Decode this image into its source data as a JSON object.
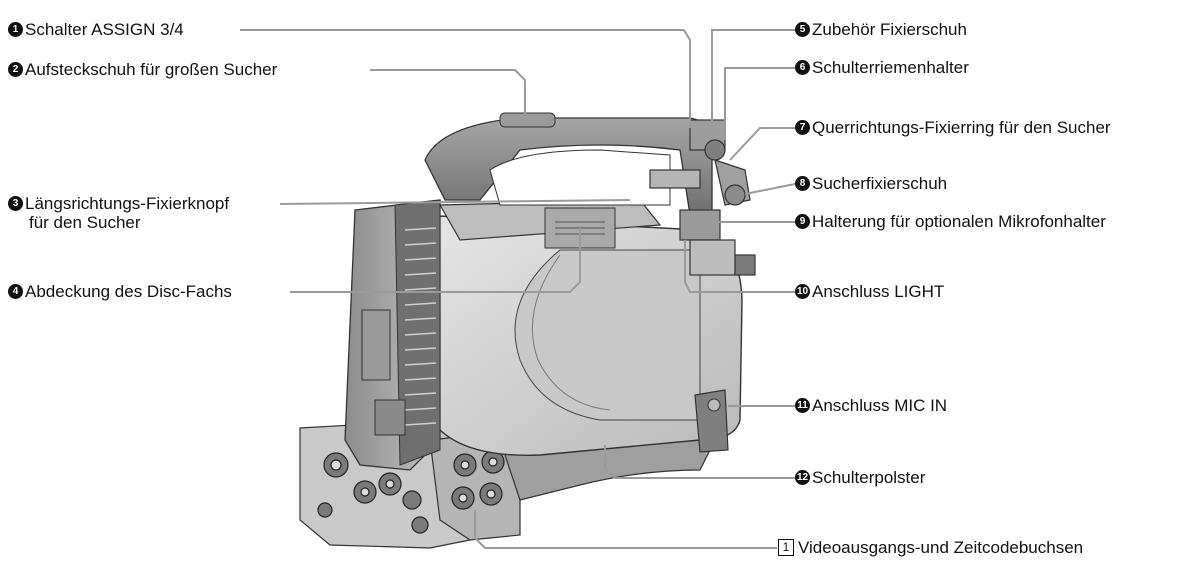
{
  "callouts": [
    {
      "badge": "1",
      "text": "Schalter ASSIGN 3/4"
    },
    {
      "badge": "2",
      "text": "Aufsteckschuh für großen Sucher"
    },
    {
      "badge": "3",
      "text": "Längsrichtungs-Fixierknopf",
      "text2": "für den Sucher"
    },
    {
      "badge": "4",
      "text": "Abdeckung des Disc-Fachs"
    },
    {
      "badge": "5",
      "text": "Zubehör Fixierschuh"
    },
    {
      "badge": "6",
      "text": "Schulterriemenhalter"
    },
    {
      "badge": "7",
      "text": "Querrichtungs-Fixierring für den Sucher"
    },
    {
      "badge": "8",
      "text": "Sucherfixierschuh"
    },
    {
      "badge": "9",
      "text": "Halterung für optionalen Mikrofonhalter"
    },
    {
      "badge": "10",
      "text": "Anschluss LIGHT"
    },
    {
      "badge": "11",
      "text": "Anschluss MIC IN"
    },
    {
      "badge": "12",
      "text": "Schulterpolster"
    }
  ],
  "section_ref": {
    "badge": "1",
    "text": "Videoausgangs-und Zeitcodebuchsen"
  },
  "colors": {
    "leader_line": "#9a9a9a",
    "body_fill": "#d9d9d9",
    "body_dark": "#8a8a8a",
    "outline": "#333333"
  }
}
